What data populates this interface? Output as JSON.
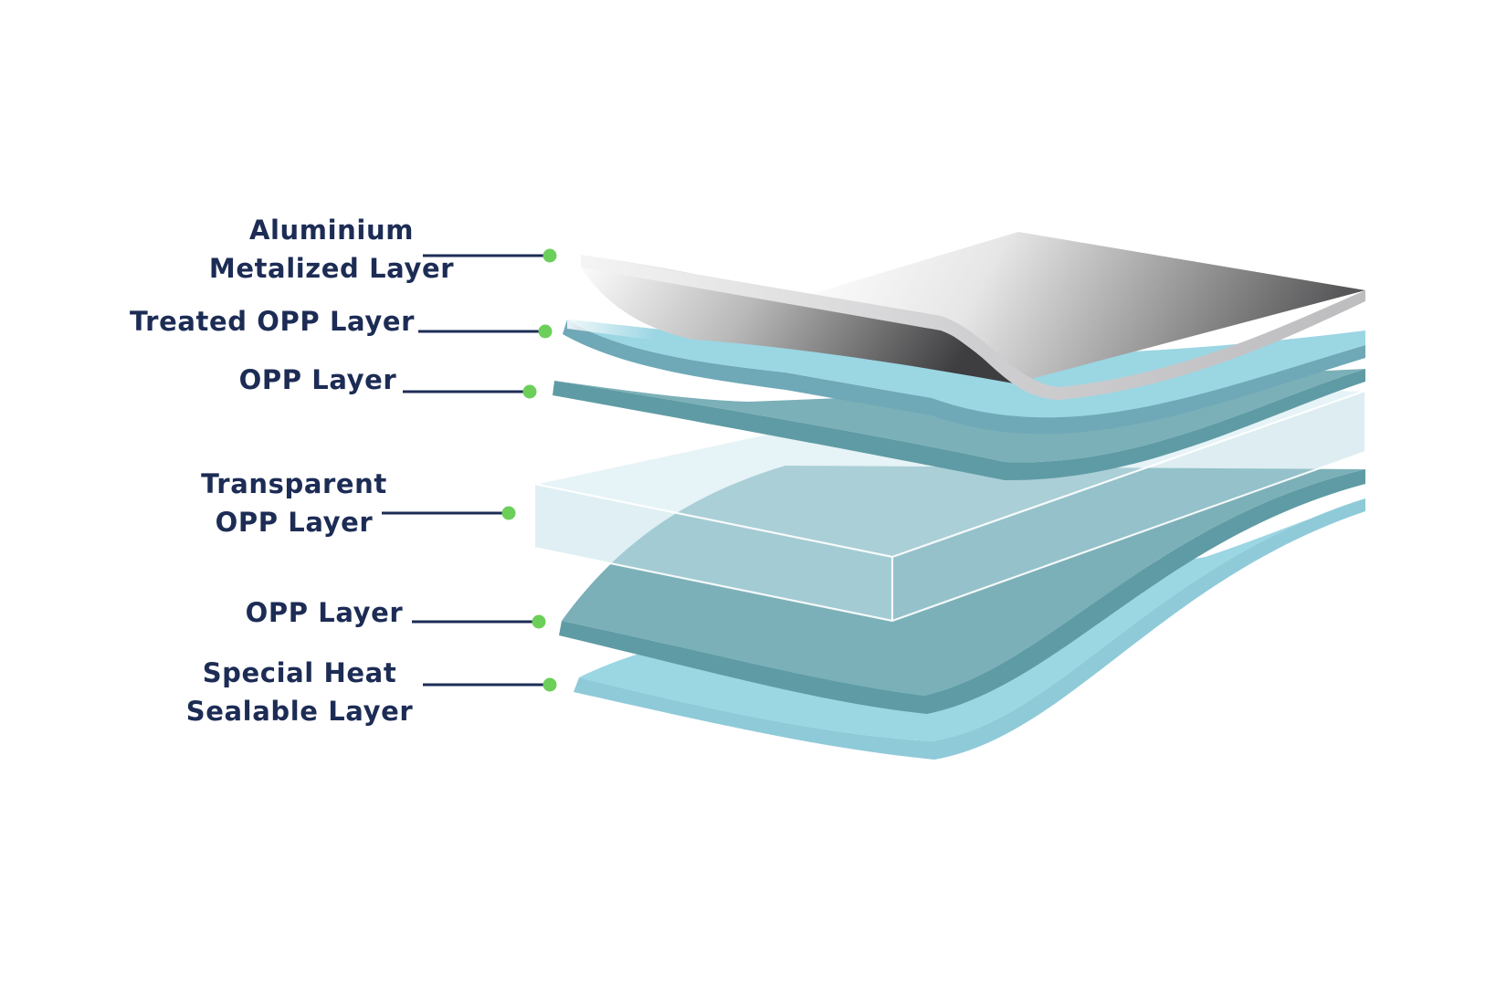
{
  "colors": {
    "label_text": "#1c2c55",
    "leader_line": "#1c2c55",
    "marker_dot": "#6ccf5a",
    "aluminium_dark": "#4e4e50",
    "aluminium_light": "#fbfbfb",
    "opp_light_blue": "#9bd6e3",
    "opp_teal": "#7bb0b8",
    "transparent_box": "#c4e2ea",
    "background": "#ffffff"
  },
  "layers": [
    {
      "id": "aluminium",
      "label_lines": [
        "Aluminium",
        "Metalized Layer"
      ],
      "material": "aluminium-metalized"
    },
    {
      "id": "treated-opp",
      "label_lines": [
        "Treated OPP Layer"
      ],
      "material": "opp-light-blue"
    },
    {
      "id": "opp-upper",
      "label_lines": [
        "OPP Layer"
      ],
      "material": "opp-teal"
    },
    {
      "id": "transparent-opp",
      "label_lines": [
        "Transparent",
        "OPP Layer"
      ],
      "material": "transparent-opp"
    },
    {
      "id": "opp-lower",
      "label_lines": [
        "OPP Layer"
      ],
      "material": "opp-teal"
    },
    {
      "id": "heat-sealable",
      "label_lines": [
        "Special Heat",
        "Sealable Layer"
      ],
      "material": "opp-light-blue"
    }
  ]
}
